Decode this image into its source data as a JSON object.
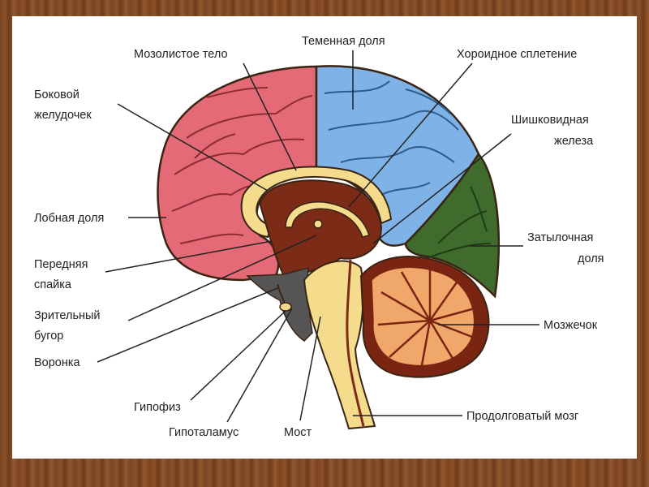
{
  "labels": {
    "corpus_callosum": "Мозолистое тело",
    "parietal_lobe": "Теменная доля",
    "choroid_plexus": "Хороидное сплетение",
    "lateral_ventricle_1": "Боковой",
    "lateral_ventricle_2": "желудочек",
    "pineal_gland_1": "Шишковидная",
    "pineal_gland_2": "железа",
    "frontal_lobe": "Лобная доля",
    "occipital_lobe_1": "Затылочная",
    "occipital_lobe_2": "доля",
    "anterior_commissure_1": "Передняя",
    "anterior_commissure_2": "спайка",
    "thalamus_1": "Зрительный",
    "thalamus_2": "бугор",
    "cerebellum": "Мозжечок",
    "infundibulum": "Воронка",
    "pituitary": "Гипофиз",
    "hypothalamus": "Гипоталамус",
    "pons": "Мост",
    "medulla": "Продолговатый мозг"
  },
  "colors": {
    "frontal_lobe": "#e36a76",
    "parietal_lobe": "#7fb2e6",
    "occipital_lobe": "#3f6b2c",
    "cerebellum_outer": "#7a2412",
    "cerebellum_inner": "#f0a76a",
    "brainstem": "#f4dc8c",
    "diencephalon": "#7b2b16",
    "hypothalamus": "#555555",
    "outline": "#3a2414"
  }
}
